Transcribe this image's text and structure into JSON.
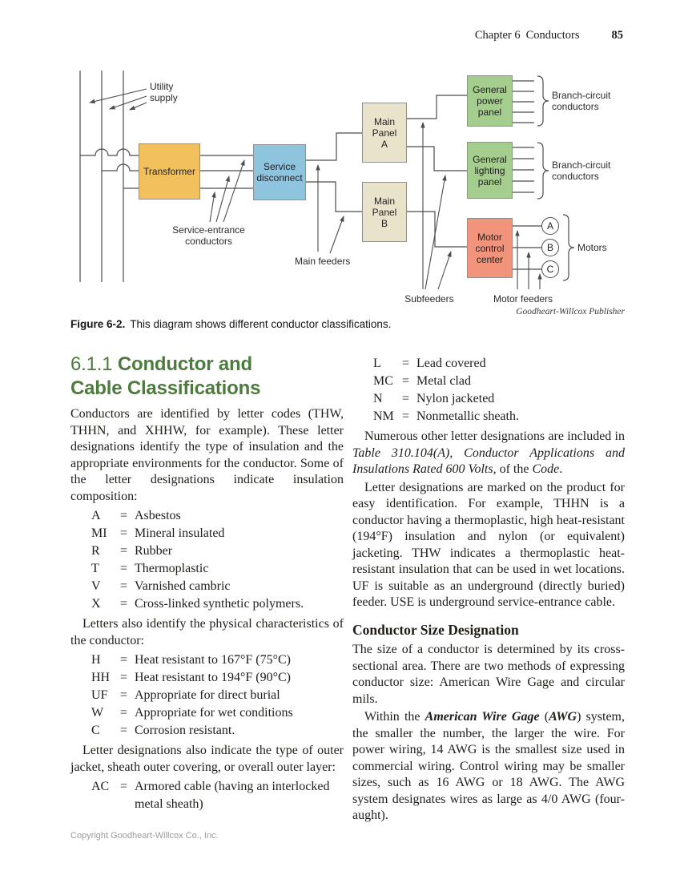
{
  "header": {
    "chapter": "Chapter 6",
    "chapter_title": "Conductors",
    "page_number": "85"
  },
  "figure": {
    "caption_label": "Figure 6-2.",
    "caption_text": "This diagram shows different conductor classifications.",
    "credit": "Goodheart-Willcox Publisher",
    "colors": {
      "transformer": "#F3C05E",
      "service_disconnect": "#8FC4DF",
      "main_panel": "#EAE3CB",
      "general_panel": "#A5CD8E",
      "motor_control": "#F2937C",
      "wire": "#4c4c4e"
    },
    "boxes": {
      "transformer": "Transformer",
      "service_disconnect": "Service\ndisconnect",
      "main_panel_a": "Main\nPanel\nA",
      "main_panel_b": "Main\nPanel\nB",
      "general_power_panel": "General\npower\npanel",
      "general_lighting_panel": "General\nlighting\npanel",
      "motor_control_center": "Motor\ncontrol\ncenter"
    },
    "labels": {
      "utility_supply": "Utility\nsupply",
      "service_entrance_conductors": "Service-entrance\nconductors",
      "main_feeders": "Main feeders",
      "subfeeders": "Subfeeders",
      "motor_feeders": "Motor feeders",
      "branch_circuit_conductors_1": "Branch-circuit\nconductors",
      "branch_circuit_conductors_2": "Branch-circuit\nconductors",
      "motors": "Motors"
    },
    "motor_labels": [
      "A",
      "B",
      "C"
    ]
  },
  "glyphs": {
    "eq": "="
  },
  "section": {
    "number": "6.1.1",
    "title_line1": "Conductor and",
    "title_line2": "Cable Classifications",
    "p1": "Conductors are identified by letter codes (THW, THHN, and XHHW, for example). These letter designations identify the type of insulation and the appropriate environments for the conductor. Some of the letter designations indicate insulation composition:",
    "list1": [
      {
        "code": "A",
        "def": "Asbestos"
      },
      {
        "code": "MI",
        "def": "Mineral insulated"
      },
      {
        "code": "R",
        "def": "Rubber"
      },
      {
        "code": "T",
        "def": "Thermoplastic"
      },
      {
        "code": "V",
        "def": "Varnished cambric"
      },
      {
        "code": "X",
        "def": "Cross-linked synthetic polymers."
      }
    ],
    "p2": "Letters also identify the physical characteristics of the conductor:",
    "list2": [
      {
        "code": "H",
        "def": "Heat resistant to 167°F (75°C)"
      },
      {
        "code": "HH",
        "def": "Heat resistant to 194°F (90°C)"
      },
      {
        "code": "UF",
        "def": "Appropriate for direct burial"
      },
      {
        "code": "W",
        "def": "Appropriate for wet conditions"
      },
      {
        "code": "C",
        "def": "Corrosion resistant."
      }
    ],
    "p3": "Letter designations also indicate the type of outer jacket, sheath outer covering, or overall outer layer:",
    "list3": [
      {
        "code": "AC",
        "def": "Armored cable (having an interlocked metal sheath)"
      }
    ],
    "list4": [
      {
        "code": "L",
        "def": "Lead covered"
      },
      {
        "code": "MC",
        "def": "Metal clad"
      },
      {
        "code": "N",
        "def": "Nylon jacketed"
      },
      {
        "code": "NM",
        "def": "Nonmetallic sheath."
      }
    ],
    "p4_runs": [
      {
        "t": "Numerous other letter designations are included in "
      },
      {
        "t": "Table 310.104(A), Conductor Applications and Insulations Rated 600 Volts",
        "i": 1
      },
      {
        "t": ", of the "
      },
      {
        "t": "Code",
        "i": 1
      },
      {
        "t": "."
      }
    ],
    "p5": "Letter designations are marked on the product for easy identification. For example, THHN is a conductor having a thermoplastic, high heat-resistant (194°F) insulation and nylon (or equivalent) jacketing. THW indicates a thermoplastic heat-resistant insulation that can be used in wet locations. UF is suitable as an underground (directly buried) feeder. USE is underground service-entrance cable.",
    "size_heading": "Conductor Size Designation",
    "p6": "The size of a conductor is determined by its cross-sectional area. There are two methods of expressing conductor size: American Wire Gage and circular mils.",
    "p7_runs": [
      {
        "t": "Within the "
      },
      {
        "t": "American Wire Gage",
        "b": 1,
        "i": 1
      },
      {
        "t": " ("
      },
      {
        "t": "AWG",
        "b": 1,
        "i": 1
      },
      {
        "t": ") system, the smaller the number, the larger the wire. For power wiring, 14 AWG is the smallest size used in commercial wiring. Control wiring may be smaller sizes, such as 16 AWG or 18 AWG. The AWG system designates wires as large as 4/0 AWG (four-aught)."
      }
    ]
  },
  "footer": "Copyright Goodheart-Willcox Co., Inc."
}
